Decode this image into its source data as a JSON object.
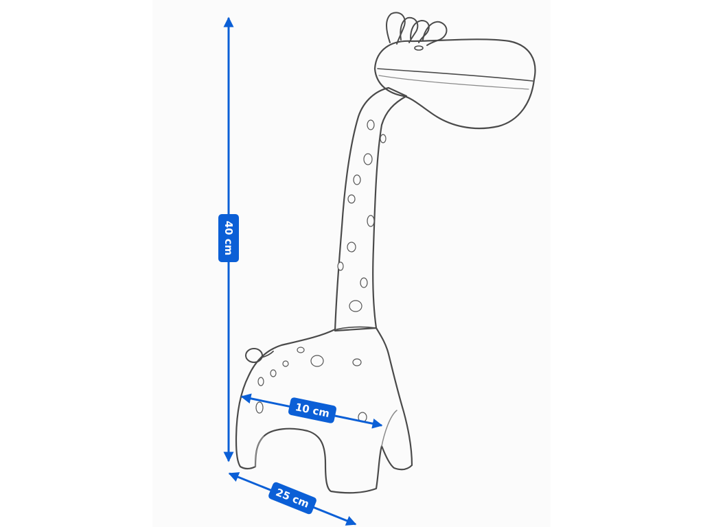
{
  "dimensions": {
    "height_label": "40 cm",
    "width_label": "10 cm",
    "depth_label": "25 cm"
  },
  "colors": {
    "accent": "#0b5fd6",
    "sketch_line": "#4a4a4a",
    "background": "#ffffff"
  }
}
